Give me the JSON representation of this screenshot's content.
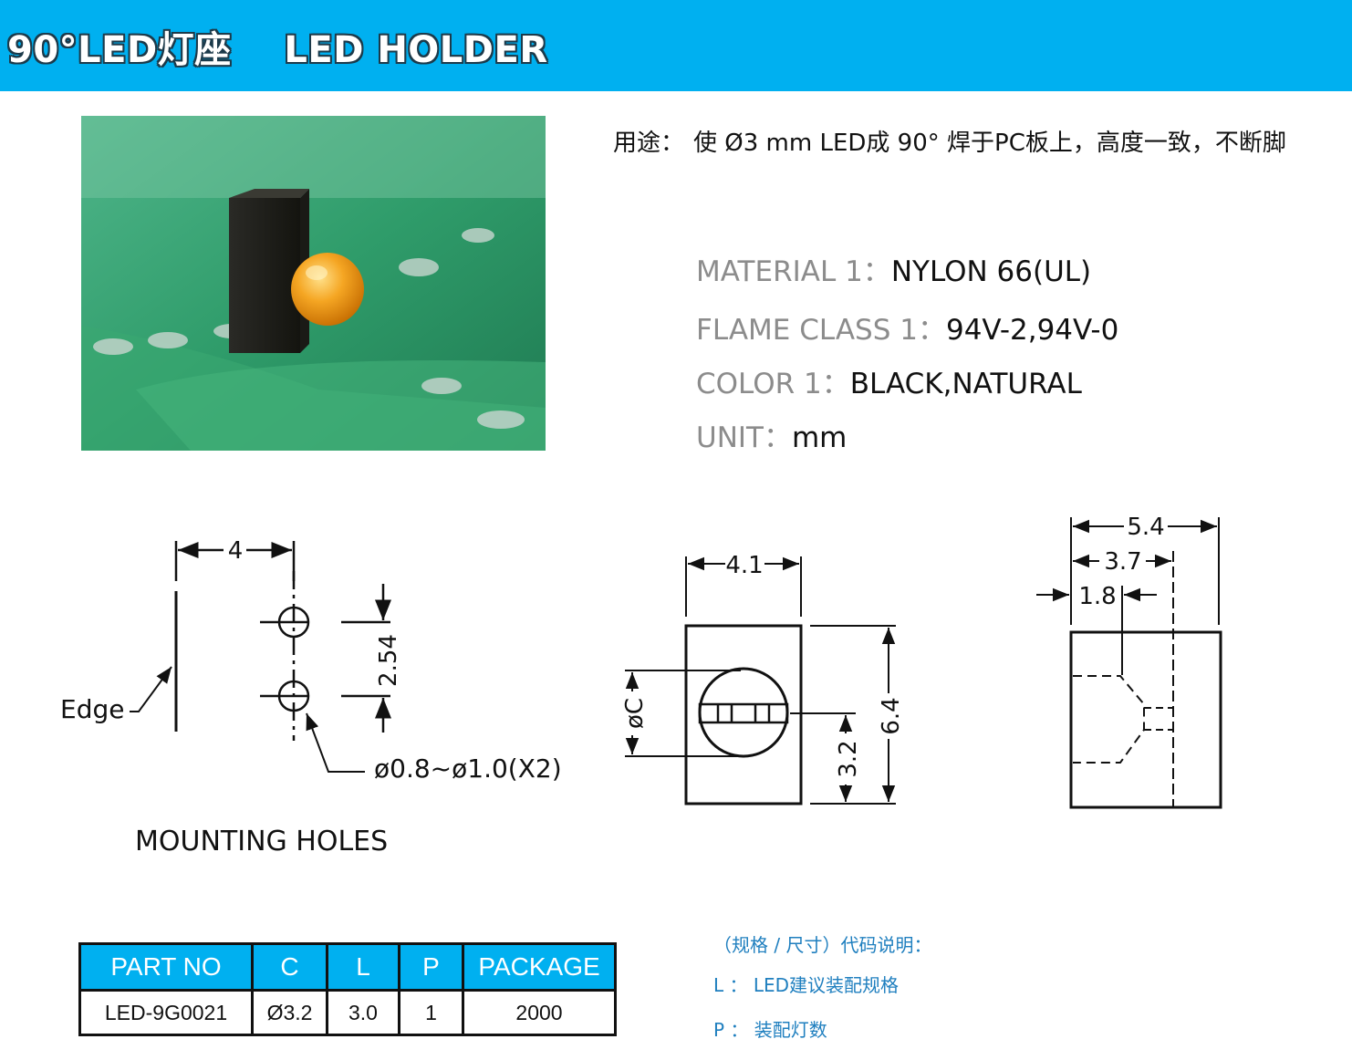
{
  "header": {
    "title": "90°LED灯座    LED HOLDER",
    "bg_color": "#00b0f0"
  },
  "photo": {
    "subject": "black LED holder with amber LED on green PCB"
  },
  "usage": {
    "label": "用途：",
    "text": "使 Ø3 mm LED成 90° 焊于PC板上，高度一致，不断脚"
  },
  "specs": [
    {
      "key": "MATERIAL 1：",
      "value": "NYLON 66(UL)"
    },
    {
      "key": "FLAME CLASS 1：",
      "value": "94V-2,94V-0"
    },
    {
      "key": "COLOR 1：",
      "value": "BLACK,NATURAL"
    },
    {
      "key": "UNIT：",
      "value": "mm"
    }
  ],
  "drawing": {
    "mounting": {
      "dim_pitch_x": "4",
      "dim_pitch_y": "2.54",
      "edge_label": "Edge",
      "hole_label": "ø0.8~ø1.0(X2)",
      "caption": "MOUNTING  HOLES"
    },
    "front": {
      "dim_width": "4.1",
      "dim_height": "6.4",
      "dim_center": "3.2",
      "dim_diameter": "øC"
    },
    "side": {
      "dim_total": "5.4",
      "dim_mid": "3.7",
      "dim_short": "1.8"
    }
  },
  "table": {
    "headers": [
      "PART NO",
      "C",
      "L",
      "P",
      "PACKAGE"
    ],
    "rows": [
      [
        "LED-9G0021",
        "Ø3.2",
        "3.0",
        "1",
        "2000"
      ]
    ]
  },
  "legend": {
    "title": "（规格 / 尺寸）代码说明：",
    "items": [
      "L ： LED建议装配规格",
      "P ： 装配灯数"
    ],
    "color": "#1f7fbf"
  }
}
